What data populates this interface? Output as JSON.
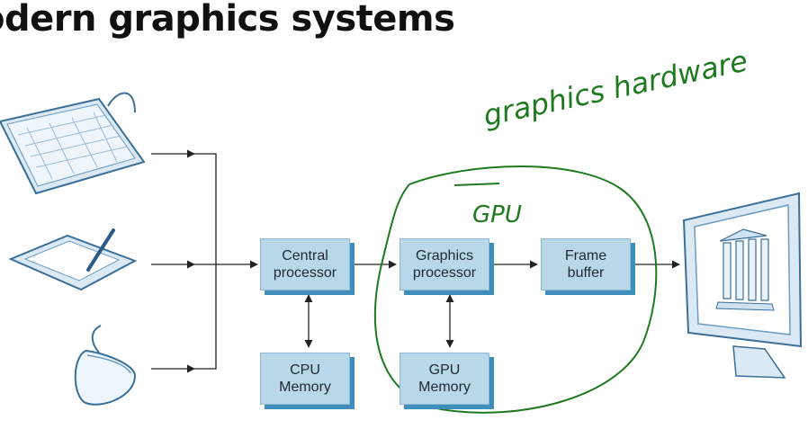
{
  "title": "odern graphics systems",
  "boxes": {
    "central_processor": {
      "line1": "Central",
      "line2": "processor"
    },
    "graphics_processor": {
      "line1": "Graphics",
      "line2": "processor"
    },
    "frame_buffer": {
      "line1": "Frame",
      "line2": "buffer"
    },
    "cpu_memory": {
      "line1": "CPU",
      "line2": "Memory"
    },
    "gpu_memory": {
      "line1": "GPU",
      "line2": "Memory"
    }
  },
  "annotations": {
    "gpu": "GPU",
    "graphics_hardware": "graphics hardware"
  },
  "colors": {
    "box_fill": "#b8d8ea",
    "box_shadow": "#3e8fbe",
    "annotation": "#1f7a1f",
    "arrow": "#222222"
  },
  "icons": [
    "keyboard-icon",
    "tablet-stylus-icon",
    "mouse-icon",
    "monitor-icon"
  ]
}
